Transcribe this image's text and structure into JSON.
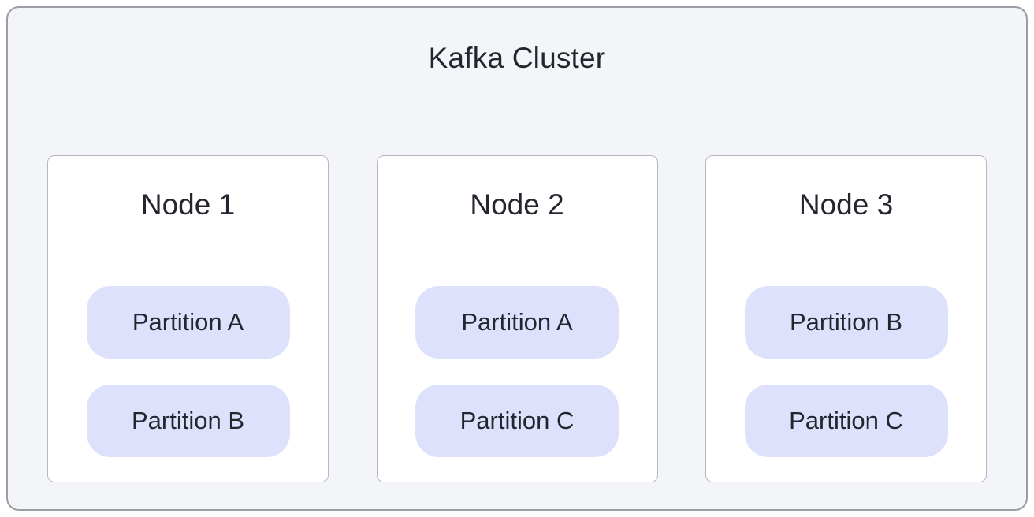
{
  "diagram": {
    "title": "Kafka Cluster",
    "nodes": [
      {
        "label": "Node 1",
        "partitions": [
          "Partition A",
          "Partition B"
        ]
      },
      {
        "label": "Node 2",
        "partitions": [
          "Partition A",
          "Partition C"
        ]
      },
      {
        "label": "Node 3",
        "partitions": [
          "Partition B",
          "Partition C"
        ]
      }
    ],
    "colors": {
      "canvas_background": "#ffffff",
      "cluster_background": "#f4f5f8",
      "cluster_border": "#9b9da6",
      "node_background": "#ffffff",
      "node_border": "#b6b8c0",
      "partition_background": "#dde1fb",
      "text": "#23262f"
    }
  }
}
